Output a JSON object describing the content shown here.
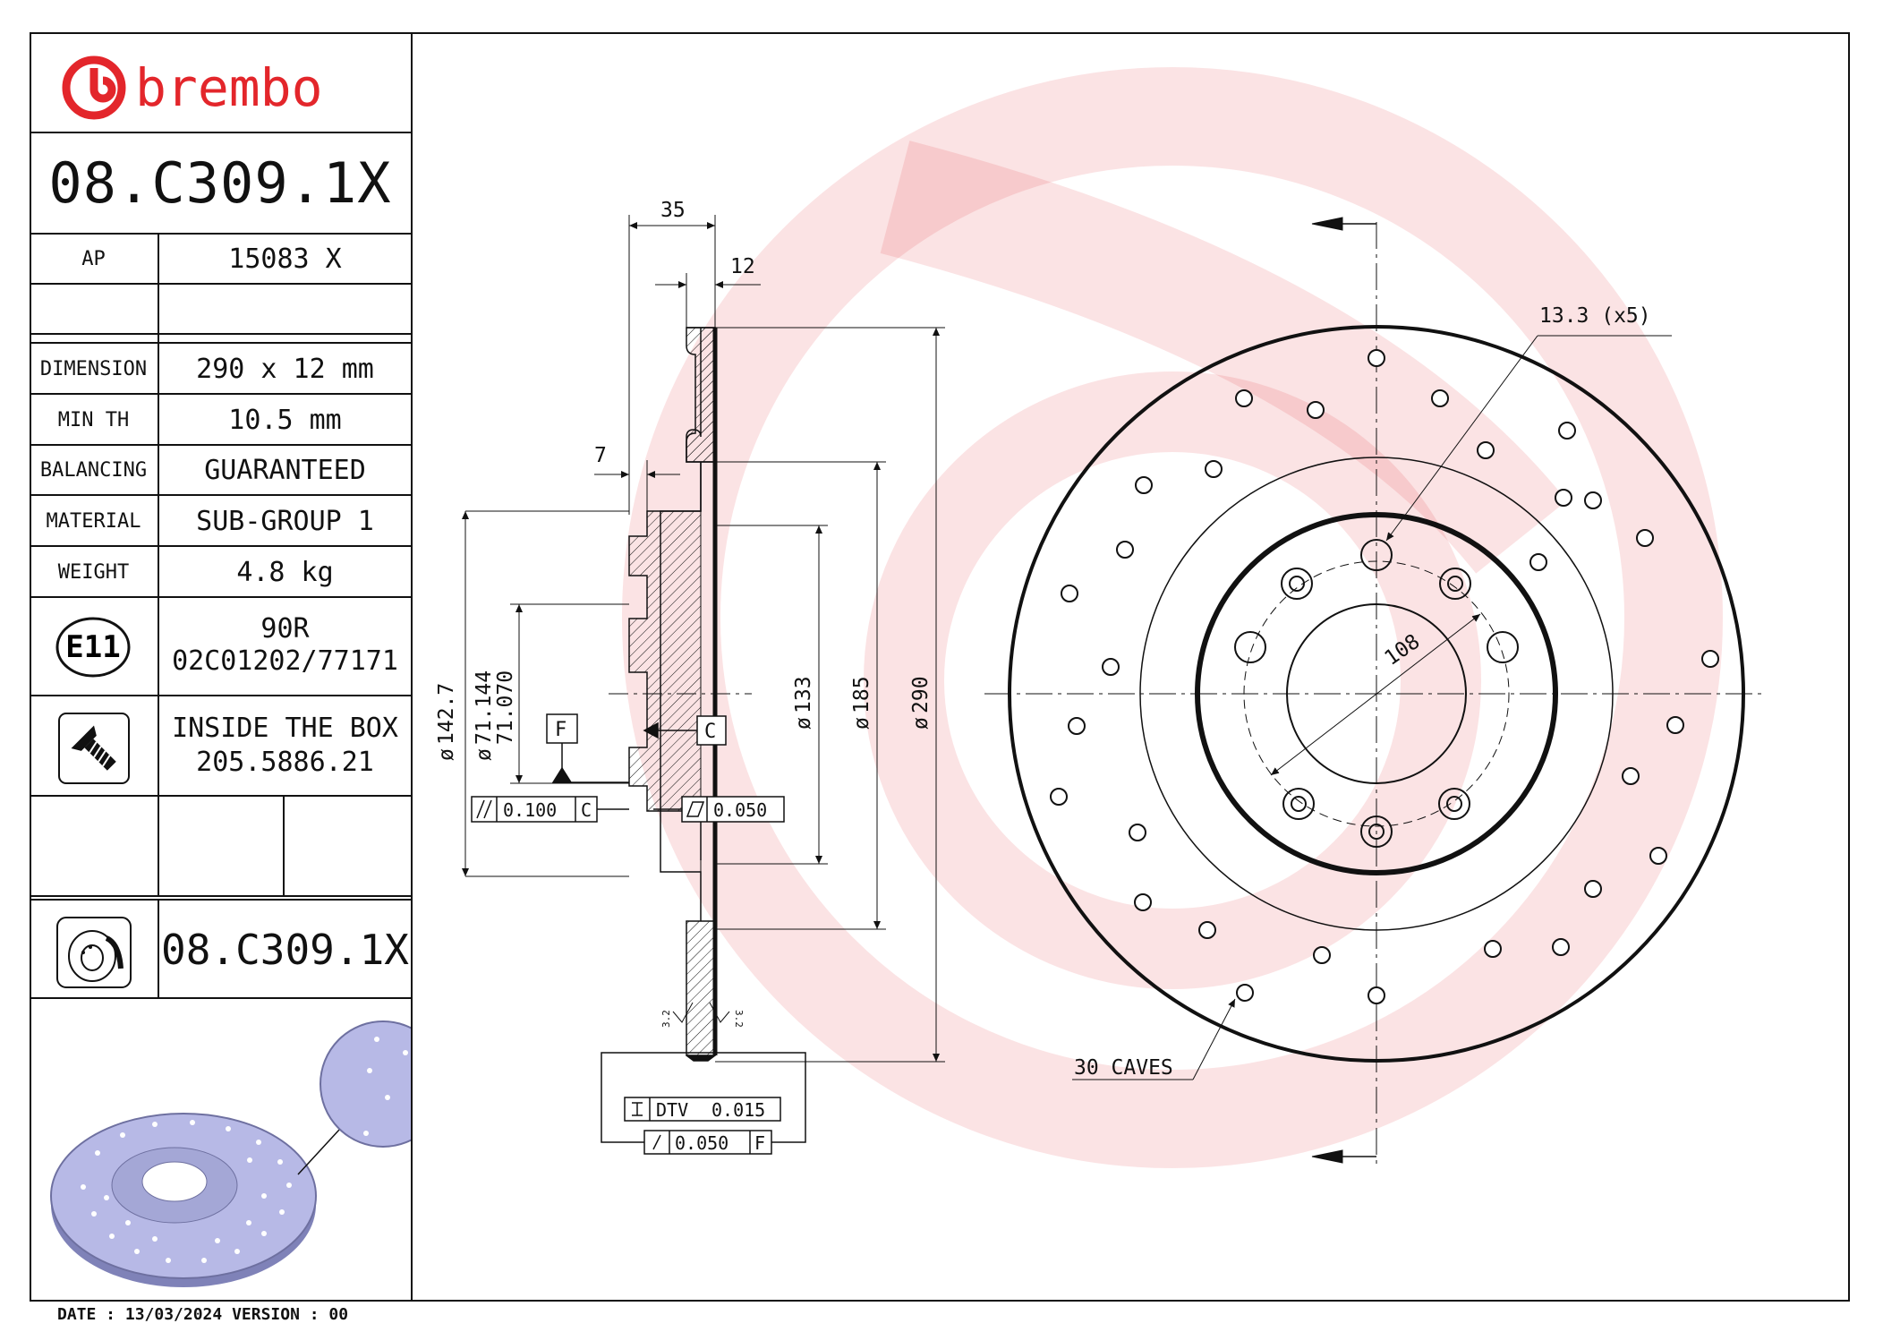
{
  "brand": {
    "name": "brembo",
    "color": "#e3262b"
  },
  "header": {
    "part_number": "08.C309.1X"
  },
  "specs": [
    {
      "label": "AP",
      "value": "15083 X"
    },
    {
      "label": "",
      "value": ""
    },
    {
      "label": "DIMENSION",
      "value": "290 x 12 mm"
    },
    {
      "label": "MIN TH",
      "value": "10.5 mm"
    },
    {
      "label": "BALANCING",
      "value": "GUARANTEED"
    },
    {
      "label": "MATERIAL",
      "value": "SUB-GROUP 1"
    },
    {
      "label": "WEIGHT",
      "value": "4.8 kg"
    }
  ],
  "homologation": {
    "badge": "E11",
    "line1": "90R",
    "line2": "02C01202/77171"
  },
  "screws": {
    "line1": "INSIDE THE BOX",
    "line2": "205.5886.21",
    "icon": "screw-icon"
  },
  "variant": {
    "part_number": "08.C309.1X",
    "icon": "disc-cross-section-icon"
  },
  "dimensions": {
    "total_height": "35",
    "thickness": "12",
    "hat_offset": "7",
    "dia_142": "142.7",
    "dia_71_max": "71.144",
    "dia_71_min": "71.070",
    "dia_133": "133",
    "dia_185": "185",
    "dia_290": "290",
    "datum_f": "F",
    "datum_c": "C",
    "parallelism": "0.100",
    "parallelism_ref": "C",
    "flatness": "0.050",
    "dtv_label": "DTV",
    "dtv": "0.015",
    "runout": "0.050",
    "runout_ref": "F",
    "roughness": "3.2",
    "bolt_holes": "13.3 (x5)",
    "pcd": "108",
    "caves": "30 CAVES"
  },
  "footer": {
    "text": "DATE : 13/03/2024 VERSION : 00"
  }
}
